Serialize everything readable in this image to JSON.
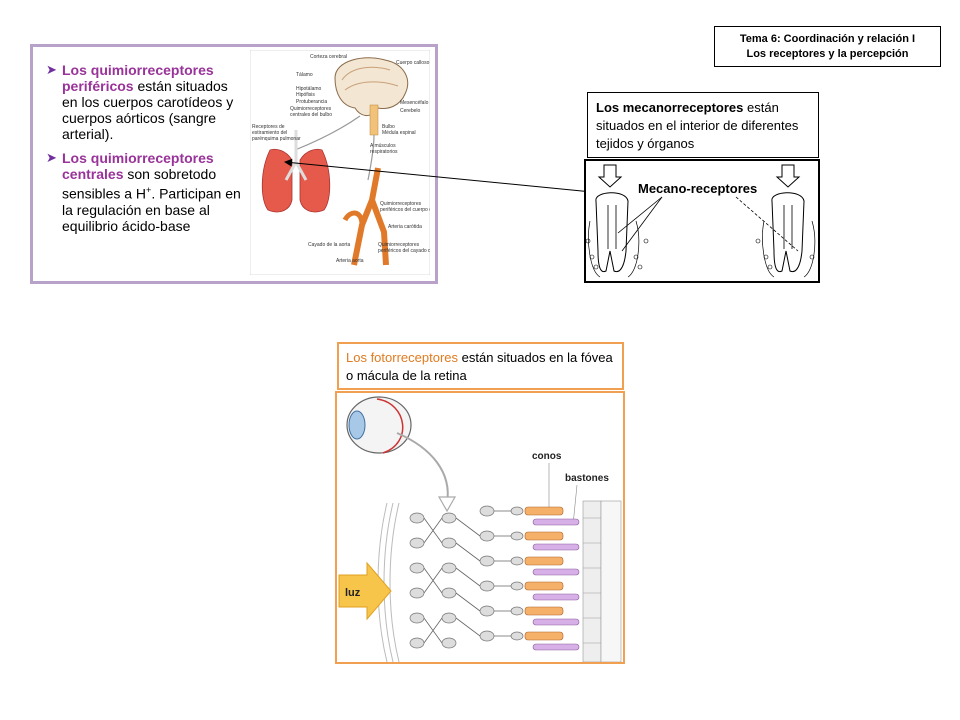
{
  "header": {
    "line1": "Tema 6: Coordinación  y relación I",
    "line2": "Los receptores y la percepción"
  },
  "quimio": {
    "item1_bold": "Los quimiorreceptores periféricos",
    "item1_rest": " están situados en los cuerpos carotídeos y cuerpos aórticos (sangre arterial).",
    "item2_bold": "Los quimiorreceptores centrales",
    "item2_rest_a": " son sobretodo sensibles  a H",
    "item2_sup": "+",
    "item2_rest_b": ". Participan en la regulación en base al equilibrio  ácido-base",
    "figure_labels": [
      "Corteza cerebral",
      "Cuerpo calloso",
      "Tálamo",
      "Hipotálamo",
      "Hipófisis",
      "Protuberancia",
      "Quimiorreceptores centrales del bulbo",
      "Mesencéfalo",
      "Cerebelo",
      "Bulbo",
      "Médula espinal",
      "Receptores de estiramiento del parénquima pulmonar",
      "A músculos respiratorios",
      "Quimiorreceptores periféricos del cuerpo carotídeo",
      "Arteria carótida",
      "Cayado de la aorta",
      "Quimiorreceptores periféricos del cayado de la aorta",
      "Arteria aorta"
    ]
  },
  "mecano": {
    "bold": "Los mecanorreceptores",
    "rest": " están situados en el interior de diferentes tejidos y órganos",
    "figure_title": "Mecano-receptores"
  },
  "foto": {
    "colored": "Los fotorreceptores",
    "rest": " están situados en la fóvea o mácula de la retina",
    "label_conos": "conos",
    "label_bastones": "bastones",
    "label_luz": "luz"
  }
}
